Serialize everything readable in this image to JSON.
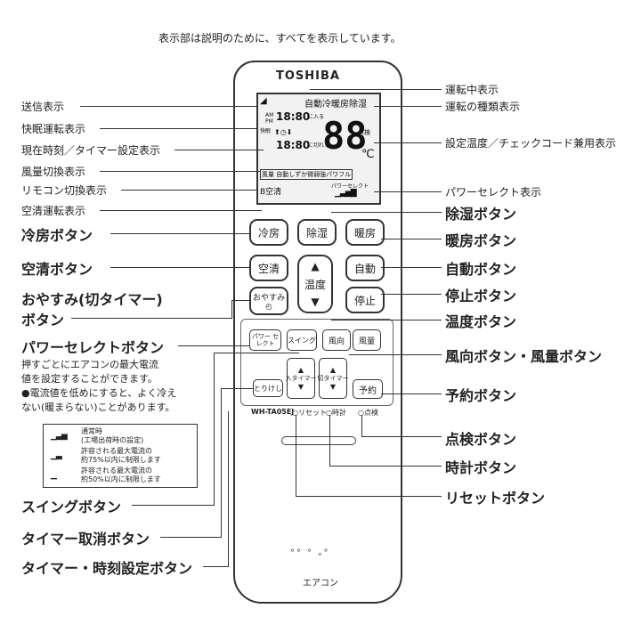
{
  "header_note": "表示部は説明のために、すべてを表示しています。",
  "remote": {
    "brand": "TOSHIBA",
    "model": "WH-TA05EJ",
    "footer_label": "エアコン",
    "lcd": {
      "mode_text": "自動冷暖房除湿",
      "time_top": "18:80",
      "time_bottom": "18:80",
      "am_pm": "AM PM",
      "sleep": "快眠",
      "on_label": "に入る",
      "off_label": "に切れる",
      "temp_digits": "88",
      "check_label": "点検",
      "unit": "℃",
      "fan_bar": "風量 自動しずか微弱強パワフル",
      "b_label": "B空清",
      "power_label": "パワーセレクト"
    },
    "buttons": {
      "cool": "冷房",
      "dehumid": "除湿",
      "heat": "暖房",
      "purify": "空清",
      "auto": "自動",
      "stop": "停止",
      "sleep_off": "おやすみ",
      "temp": "温度",
      "up": "▲",
      "down": "▼",
      "power_select": "パワー セレクト",
      "swing": "スイング",
      "wind_dir": "風向",
      "fan_vol": "風量",
      "timer_on": "入タイマー",
      "timer_off": "切タイマー",
      "cancel": "とりけし",
      "reserve": "予約",
      "reset": "リセット",
      "clock": "時計",
      "check": "点検"
    }
  },
  "left_labels": {
    "send": "送信表示",
    "sleep_run": "快眠運転表示",
    "clock_timer": "現在時刻／タイマー設定表示",
    "fan_switch": "風量切換表示",
    "remote_switch": "リモコン切換表示",
    "purify_run": "空清運転表示",
    "cool_btn": "冷房ボタン",
    "purify_btn": "空清ボタン",
    "sleep_btn_1": "おやすみ(切タイマー)",
    "sleep_btn_2": "ボタン",
    "power_btn": "パワーセレクトボタン",
    "power_desc_1": "押すごとにエアコンの最大電流",
    "power_desc_2": "値を設定することができます。",
    "power_desc_3": "●電流値を低めにすると、よく冷え",
    "power_desc_4": "ない(暖まらない)ことがあります。",
    "swing_btn": "スイングボタン",
    "timer_cancel_btn": "タイマー取消ボタン",
    "timer_clock_btn": "タイマー・時刻設定ボタン"
  },
  "legend": [
    {
      "icon": "▁▃▅",
      "text_1": "通常時",
      "text_2": "(工場出荷時の設定)"
    },
    {
      "icon": "▁▃",
      "text_1": "許容される最大電流の",
      "text_2": "約75%以内に制限します"
    },
    {
      "icon": "▁",
      "text_1": "許容される最大電流の",
      "text_2": "約50%以内に制限します"
    }
  ],
  "right_labels": {
    "running": "運転中表示",
    "mode_type": "運転の種類表示",
    "temp_check": "設定温度／チェックコード兼用表示",
    "power_disp": "パワーセレクト表示",
    "dehumid_btn": "除湿ボタン",
    "heat_btn": "暖房ボタン",
    "auto_btn": "自動ボタン",
    "stop_btn": "停止ボタン",
    "temp_btn": "温度ボタン",
    "wind_fan_btn": "風向ボタン・風量ボタン",
    "reserve_btn": "予約ボタン",
    "check_btn": "点検ボタン",
    "clock_btn": "時計ボタン",
    "reset_btn": "リセットボタン"
  }
}
